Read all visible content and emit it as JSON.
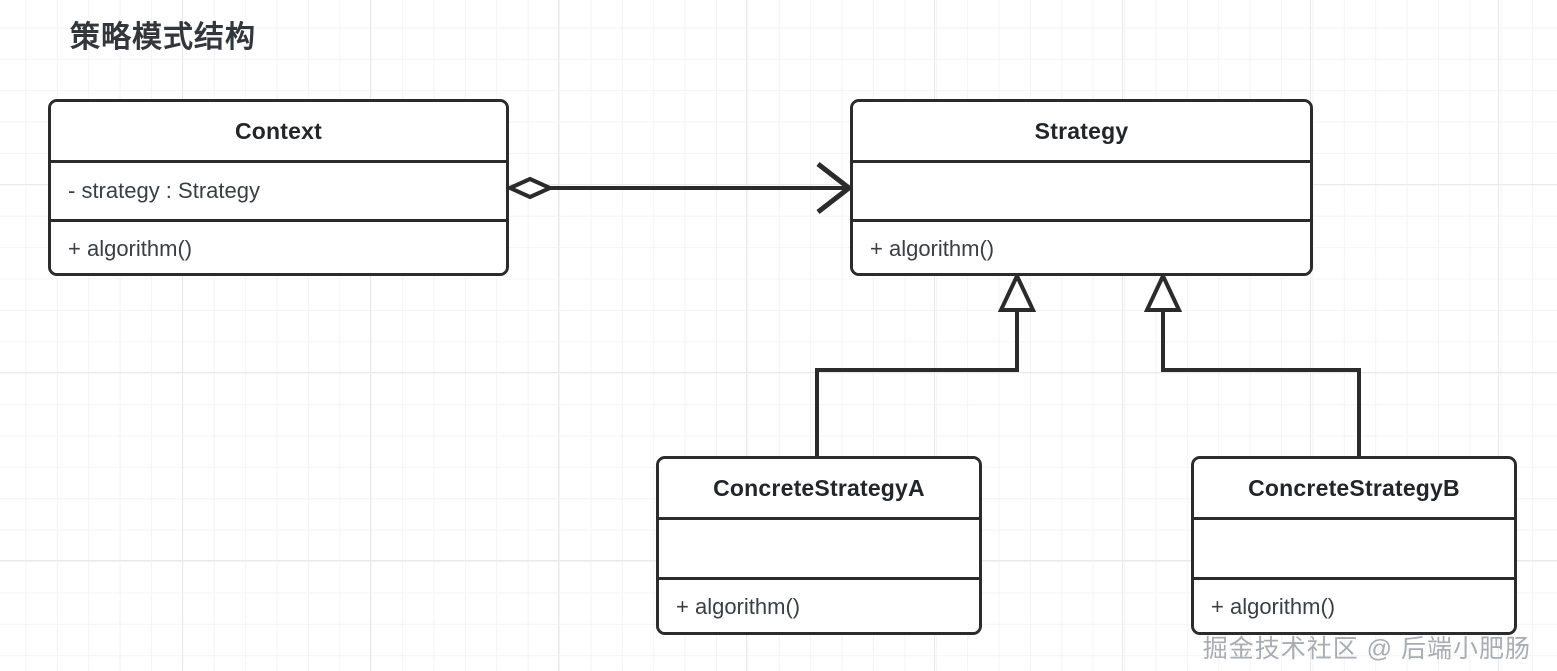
{
  "diagram": {
    "title": "策略模式结构",
    "type": "uml-class-diagram",
    "background": "#ffffff",
    "grid_color": "#f4f4f4",
    "line_color": "#2b2b2b",
    "text_color": "#232629"
  },
  "classes": [
    {
      "id": "context",
      "name": "Context",
      "attributes": [
        "- strategy : Strategy"
      ],
      "operations": [
        "+ algorithm()"
      ]
    },
    {
      "id": "strategy",
      "name": "Strategy",
      "attributes": [
        ""
      ],
      "operations": [
        "+ algorithm()"
      ]
    },
    {
      "id": "concrete-a",
      "name": "ConcreteStrategyA",
      "attributes": [
        ""
      ],
      "operations": [
        "+ algorithm()"
      ]
    },
    {
      "id": "concrete-b",
      "name": "ConcreteStrategyB",
      "attributes": [
        ""
      ],
      "operations": [
        "+ algorithm()"
      ]
    }
  ],
  "relations": [
    {
      "id": "context-strategy",
      "kind": "aggregation",
      "source": "Context",
      "target": "Strategy",
      "source_decoration": "hollow-diamond",
      "target_decoration": "open-arrow"
    },
    {
      "id": "a-extends-strategy",
      "kind": "generalization",
      "source": "ConcreteStrategyA",
      "target": "Strategy",
      "target_decoration": "hollow-triangle"
    },
    {
      "id": "b-extends-strategy",
      "kind": "generalization",
      "source": "ConcreteStrategyB",
      "target": "Strategy",
      "target_decoration": "hollow-triangle"
    }
  ],
  "watermark": {
    "text": "掘金技术社区 @ 后端小肥肠"
  }
}
